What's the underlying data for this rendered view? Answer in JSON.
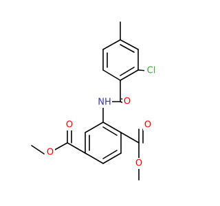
{
  "molecule": {
    "atoms": [
      {
        "symbol": "Cl",
        "color": "#33aa33"
      },
      {
        "symbol": "O",
        "color": "#ff0000"
      },
      {
        "symbol": "NH",
        "color": "#3333cc"
      },
      {
        "symbol": "O",
        "color": "#ff0000"
      },
      {
        "symbol": "O",
        "color": "#ff0000"
      },
      {
        "symbol": "O",
        "color": "#ff0000"
      },
      {
        "symbol": "O",
        "color": "#ff0000"
      }
    ],
    "bond_color": "#000000"
  }
}
